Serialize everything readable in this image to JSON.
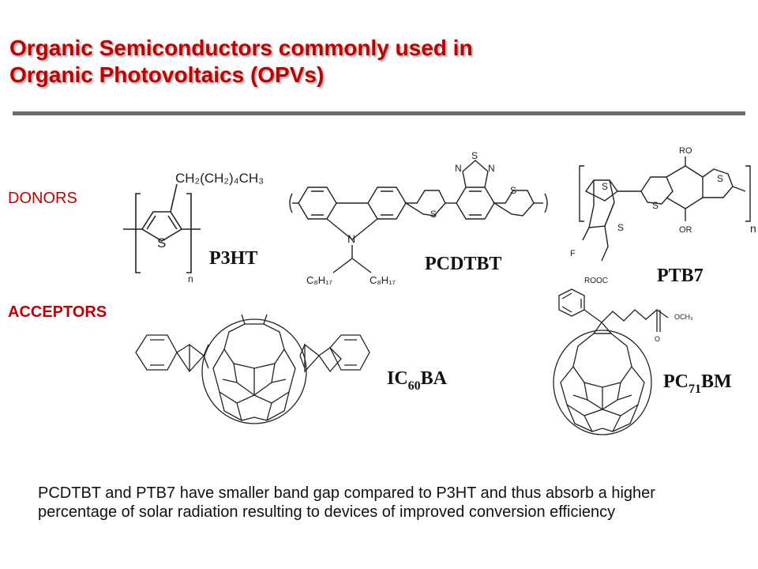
{
  "title": {
    "line1": "Organic Semiconductors commonly used in",
    "line2": "Organic Photovoltaics (OPVs)"
  },
  "sections": {
    "donors": "DONORS",
    "acceptors": "ACCEPTORS"
  },
  "molecules": {
    "p3ht": {
      "name": "P3HT",
      "side_chain": "CH₂(CH₂)₄CH₃",
      "sulfur": "S",
      "repeat": "n"
    },
    "pcdtbt": {
      "name": "PCDTBT",
      "nitrogen": "N",
      "sulfur": "S",
      "alkyl_left": "C₈H₁₇",
      "alkyl_right": "C₈H₁₇"
    },
    "ptb7": {
      "name": "PTB7",
      "alkoxy_top": "RO",
      "alkoxy_bottom": "OR",
      "fluorine": "F",
      "ester": "ROOC",
      "sulfur": "S",
      "repeat": "n"
    },
    "ic60ba": {
      "name_prefix": "IC",
      "name_sub": "60",
      "name_suffix": "BA"
    },
    "pc71bm": {
      "name_prefix": "PC",
      "name_sub": "71",
      "name_suffix": "BM",
      "methyl_ester": "OCH₃",
      "oxygen": "O"
    }
  },
  "caption": "PCDTBT and PTB7 have smaller band gap compared to P3HT and thus absorb a higher percentage of solar radiation resulting to devices of improved conversion efficiency"
}
